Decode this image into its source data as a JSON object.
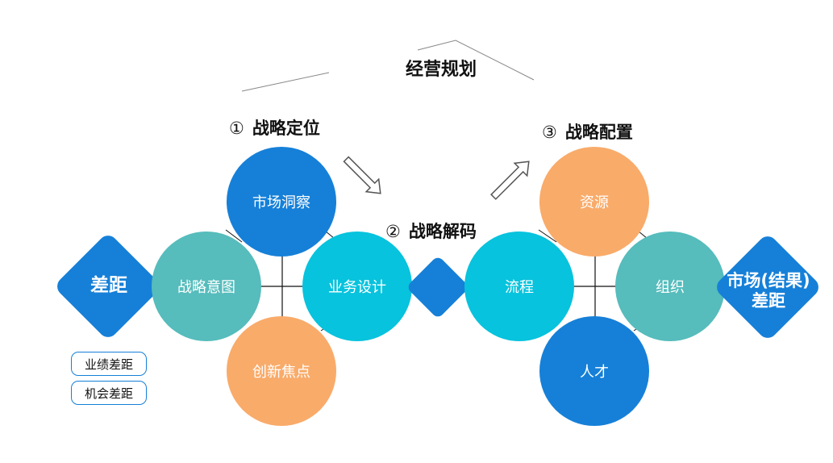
{
  "title": "经营规划",
  "stages": [
    {
      "number": "①",
      "label": "战略定位"
    },
    {
      "number": "②",
      "label": "战略解码"
    },
    {
      "number": "③",
      "label": "战略配置"
    }
  ],
  "left_diamond": "差距",
  "right_diamond": {
    "line1": "市场(结果)",
    "line2": "差距"
  },
  "gap_pills": [
    "业绩差距",
    "机会差距"
  ],
  "positioning_circles": {
    "top": "市场洞察",
    "left": "战略意图",
    "right": "业务设计",
    "bottom": "创新焦点"
  },
  "allocation_circles": {
    "top": "资源",
    "left": "流程",
    "right": "组织",
    "bottom": "人才"
  },
  "colors": {
    "blue": "#1680d8",
    "teal": "#56bcbc",
    "cyan": "#07c3dd",
    "orange": "#f9ab6a"
  }
}
